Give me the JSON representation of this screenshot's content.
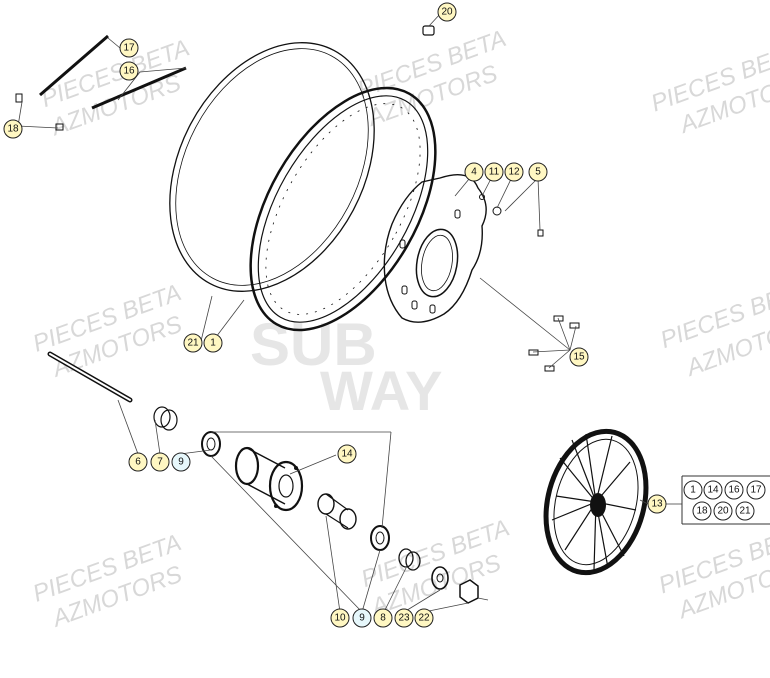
{
  "watermark": {
    "line1": "PIECES BETA",
    "line2": "AZMOTORS",
    "center_logo_line1": "SUB",
    "center_logo_line2": "WAY"
  },
  "callouts": {
    "c20": "20",
    "c17": "17",
    "c16": "16",
    "c18": "18",
    "c4": "4",
    "c11": "11",
    "c12": "12",
    "c5": "5",
    "c21": "21",
    "c1": "1",
    "c15": "15",
    "c6": "6",
    "c7": "7",
    "c9a": "9",
    "c14": "14",
    "c13": "13",
    "c10": "10",
    "c9b": "9",
    "c8": "8",
    "c23": "23",
    "c22": "22"
  },
  "assembly_box": {
    "row1": [
      "1",
      "14",
      "16",
      "17"
    ],
    "row2": [
      "18",
      "20",
      "21"
    ]
  },
  "colors": {
    "callout_fill": "#fff7c2",
    "callout_highlight_fill": "#e6f7fb",
    "callout_highlight_stroke": "#4aa6c8",
    "line": "#111111",
    "watermark": "#d8d8d8"
  }
}
